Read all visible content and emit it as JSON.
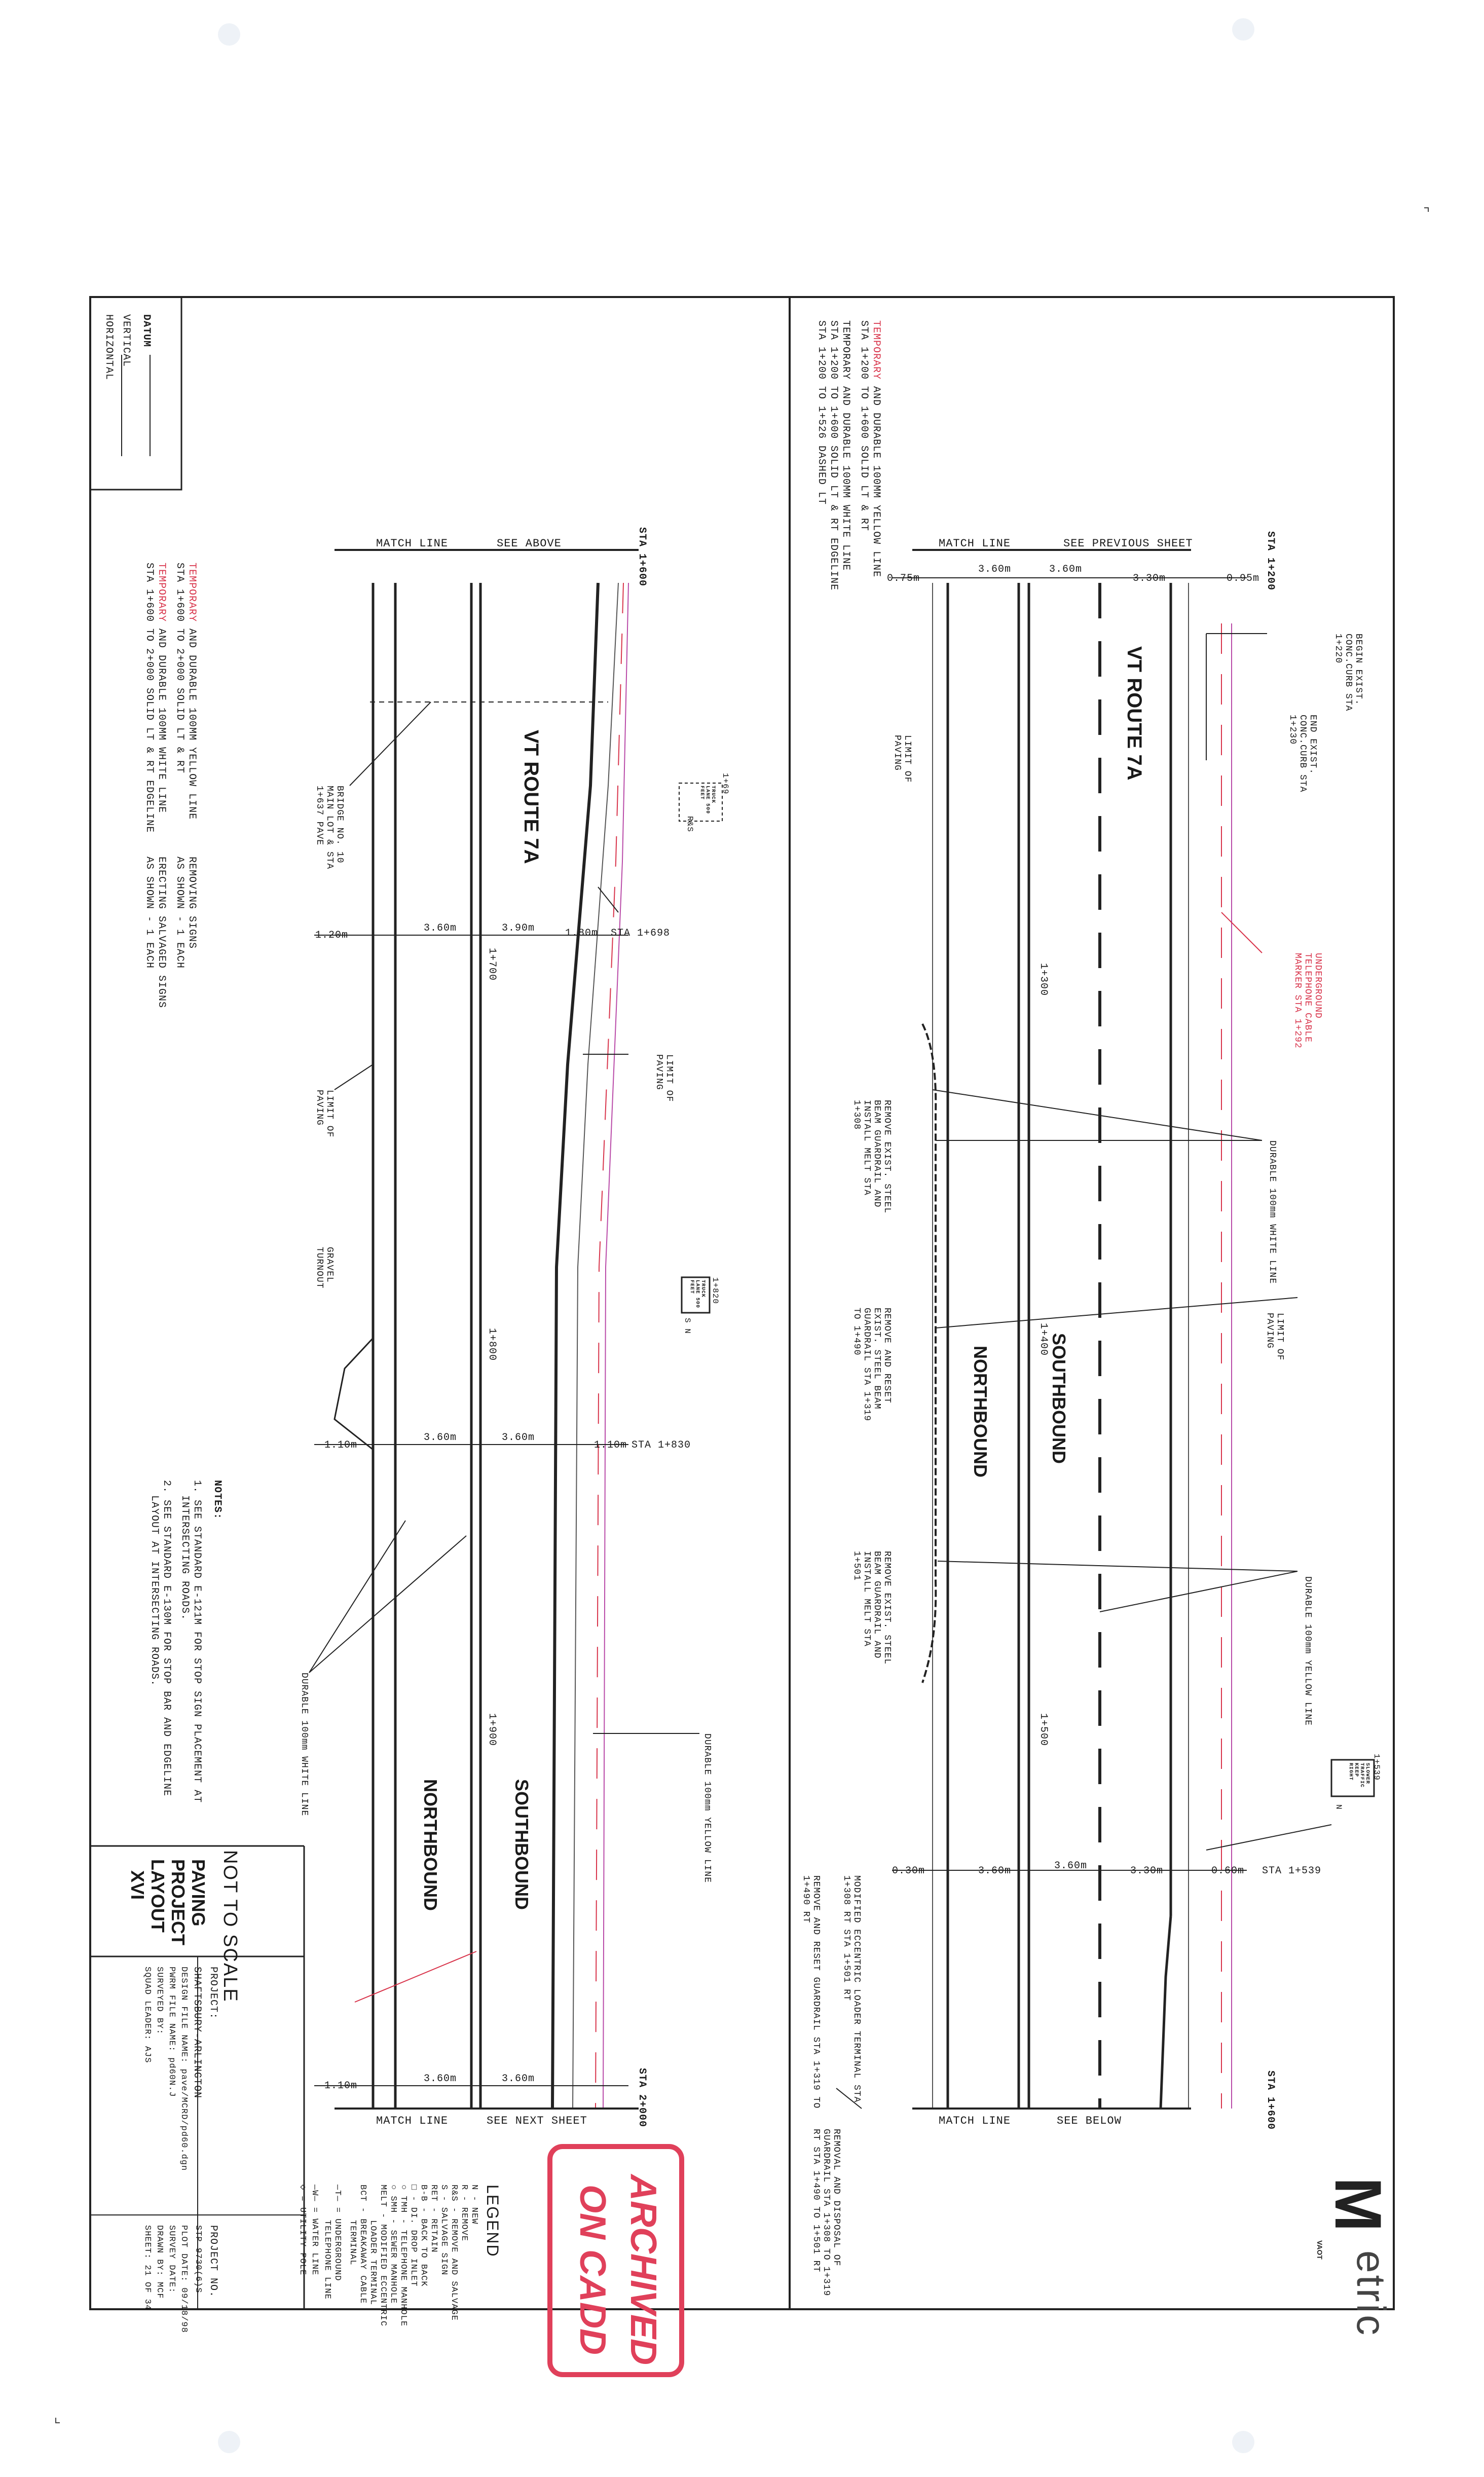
{
  "sheet": {
    "datum": {
      "heading": "DATUM",
      "vertical": "VERTICAL",
      "horizontal": "HORIZONTAL"
    },
    "not_to_scale": "NOT TO SCALE",
    "title_block": {
      "title_lines": [
        "PAVING",
        "PROJECT",
        "LAYOUT",
        "XVI"
      ],
      "project_label": "PROJECT:",
      "project_name": "SHAFTSBURY-ARLINGTON",
      "design_file": "DESIGN FILE NAME: pave/MCRD/pd60.dgn",
      "pwrm_file": "PWRM FILE NAME: pd60N.J",
      "surveyed_by": "SURVEYED BY:",
      "squad_leader": "SQUAD LEADER: AJS",
      "project_no_label": "PROJECT NO.",
      "project_no": "STP 9730(6)S",
      "plot_date": "PLOT DATE: 09/18/98",
      "survey_date": "SURVEY DATE:",
      "drawn_by": "DRAWN BY: MCF",
      "sheet": "SHEET: 21 OF 34"
    },
    "stamp": {
      "line1": "ARCHIVED",
      "line2": "ON CADD"
    },
    "logo": {
      "mark": "M",
      "small": "VAOT",
      "text": "etric"
    },
    "legend": {
      "title": "LEGEND",
      "items": [
        "N - NEW",
        "R - REMOVE",
        "R&S - REMOVE AND SALVAGE",
        "S - SALVAGE SIGN",
        "RET - RETAIN",
        "B-B - BACK TO BACK",
        "□ - DI. DROP INLET",
        "○ TMH - TELEPHONE MANHOLE",
        "○ SMH - SEWER MANHOLE",
        "MELT - MODIFIED ECCENTRIC",
        "LOADER TERMINAL",
        "BCT - BREAKAWAY CABLE",
        "TERMINAL",
        "—T— = UNDERGROUND",
        "TELEPHONE LINE",
        "—W— = WATER LINE",
        "◇ = UTILITY POLE"
      ]
    },
    "notes": {
      "heading": "NOTES:",
      "items": [
        "1. SEE STANDARD E-121M FOR STOP SIGN PLACEMENT AT",
        "INTERSECTING ROADS.",
        "2. SEE STANDARD E-130M FOR STOP BAR AND EDGELINE",
        "LAYOUT AT INTERSECTING ROADS."
      ]
    }
  },
  "panel_top": {
    "sta_start": "STA 1+200",
    "sta_end": "STA 1+600",
    "match_line_start": "MATCH LINE",
    "see_start": "SEE PREVIOUS SHEET",
    "match_line_end": "MATCH LINE",
    "see_end": "SEE BELOW",
    "route": "VT ROUTE 7A",
    "southbound": "SOUTHBOUND",
    "northbound": "NORTHBOUND",
    "stations": [
      "1+300",
      "1+400",
      "1+500"
    ],
    "dims_start": [
      "0.75m",
      "3.60m",
      "3.60m",
      "3.30m",
      "0.95m"
    ],
    "dims_end": [
      "0.30m",
      "3.60m",
      "3.60m",
      "3.30m",
      "0.60m",
      "STA 1+539"
    ],
    "striping_notes": [
      "TEMPORARY AND DURABLE 100MM YELLOW LINE",
      "STA 1+200 TO 1+600 SOLID LT & RT",
      "TEMPORARY AND DURABLE 100MM WHITE LINE",
      "STA 1+200 TO 1+600 SOLID LT & RT EDGELINE",
      "STA 1+200 TO 1+526 DASHED LT"
    ],
    "callouts": [
      "BEGIN EXIST. CONC.CURB STA 1+220",
      "END EXIST. CONC.CURB STA 1+230",
      "UNDERGROUND TELEPHONE CABLE MARKER STA 1+292",
      "LIMIT OF PAVING",
      "REMOVE EXIST. STEEL BEAM GUARDRAIL AND INSTALL MELT STA 1+308",
      "DURABLE 100mm WHITE LINE",
      "LIMIT OF PAVING",
      "REMOVE AND RESET EXIST. STEEL BEAM GUARDRAIL STA 1+319 TO 1+490",
      "REMOVE EXIST. STEEL BEAM GUARDRAIL AND INSTALL MELT STA 1+501",
      "DURABLE 100mm YELLOW LINE",
      "MODIFIED ECCENTRIC LOADER TERMINAL STA 1+308 RT STA 1+501 RT",
      "REMOVE AND RESET GUARDRAIL STA 1+319 TO 1+490 RT",
      "REMOVAL AND DISPOSAL OF GUARDRAIL STA 1+308 TO 1+319 RT STA 1+490 TO 1+501 RT"
    ],
    "sign": {
      "station": "1+539",
      "text": "SLOWER TRAFFIC KEEP RIGHT",
      "code": "N"
    }
  },
  "panel_bottom": {
    "sta_start": "STA 1+600",
    "sta_end": "STA 2+000",
    "match_line_start": "MATCH LINE",
    "see_start": "SEE ABOVE",
    "match_line_end": "MATCH LINE",
    "see_end": "SEE NEXT SHEET",
    "route": "VT ROUTE 7A",
    "southbound": "SOUTHBOUND",
    "northbound": "NORTHBOUND",
    "stations": [
      "1+700",
      "1+800",
      "1+900"
    ],
    "dims_698": [
      "1.20m",
      "3.60m",
      "3.90m",
      "1.80m",
      "STA 1+698"
    ],
    "dims_830": [
      "1.10m",
      "3.60m",
      "3.60m",
      "1.10m",
      "STA 1+830"
    ],
    "dims_end": [
      "1.10m",
      "3.60m",
      "3.60m"
    ],
    "striping_notes": [
      "TEMPORARY AND DURABLE 100MM YELLOW LINE",
      "STA 1+600 TO 2+000 SOLID LT & RT",
      "TEMPORARY AND DURABLE 100MM WHITE LINE",
      "STA 1+600 TO 2+000 SOLID LT & RT EDGELINE"
    ],
    "sign_notes": [
      "REMOVING SIGNS",
      "AS SHOWN - 1 EACH",
      "ERECTING SALVAGED SIGNS",
      "AS SHOWN - 1 EACH"
    ],
    "callouts": [
      "BRIDGE NO. 10 MAIN LOT & STA 1+637 PAVE",
      "LIMIT OF PAVING",
      "LIMIT OF PAVING",
      "GRAVEL TURNOUT",
      "DURABLE 100mm WHITE LINE",
      "DURABLE 100mm YELLOW LINE"
    ],
    "signs": [
      {
        "station": "1+69",
        "text": "TRUCK LANE 500 FEET",
        "code": "R&S"
      },
      {
        "station": "1+820",
        "text": "TRUCK LANE 500 FEET",
        "code": "S N"
      }
    ]
  }
}
